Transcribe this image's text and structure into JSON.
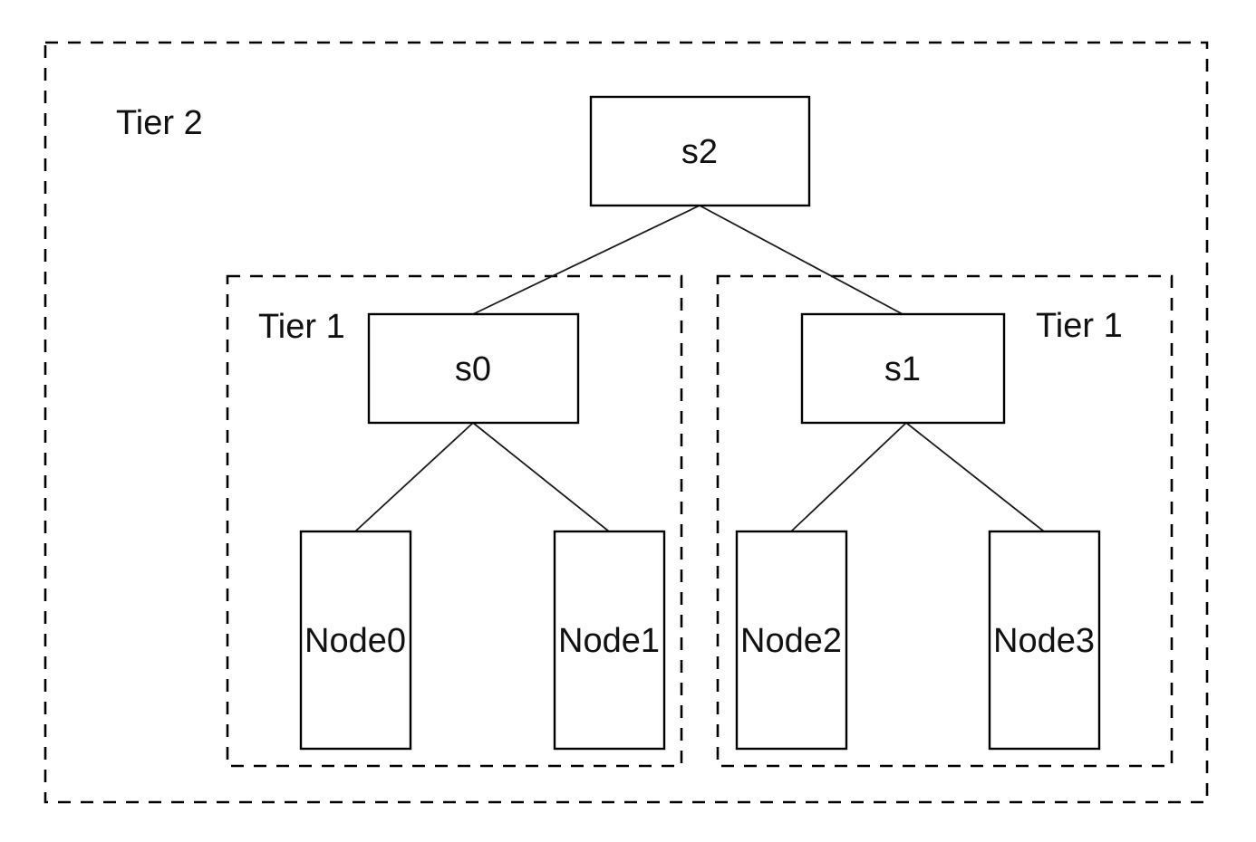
{
  "diagram": {
    "type": "network-topology-tree",
    "colors": {
      "background": "#ffffff",
      "stroke": "#000000",
      "text": "#111111"
    },
    "tiers": {
      "tier2_label": "Tier 2",
      "tier1_left_label": "Tier 1",
      "tier1_right_label": "Tier 1"
    },
    "switches": {
      "s2": "s2",
      "s0": "s0",
      "s1": "s1"
    },
    "nodes": {
      "node0": "Node0",
      "node1": "Node1",
      "node2": "Node2",
      "node3": "Node3"
    },
    "edges": [
      [
        "s2",
        "s0"
      ],
      [
        "s2",
        "s1"
      ],
      [
        "s0",
        "Node0"
      ],
      [
        "s0",
        "Node1"
      ],
      [
        "s1",
        "Node2"
      ],
      [
        "s1",
        "Node3"
      ]
    ]
  }
}
